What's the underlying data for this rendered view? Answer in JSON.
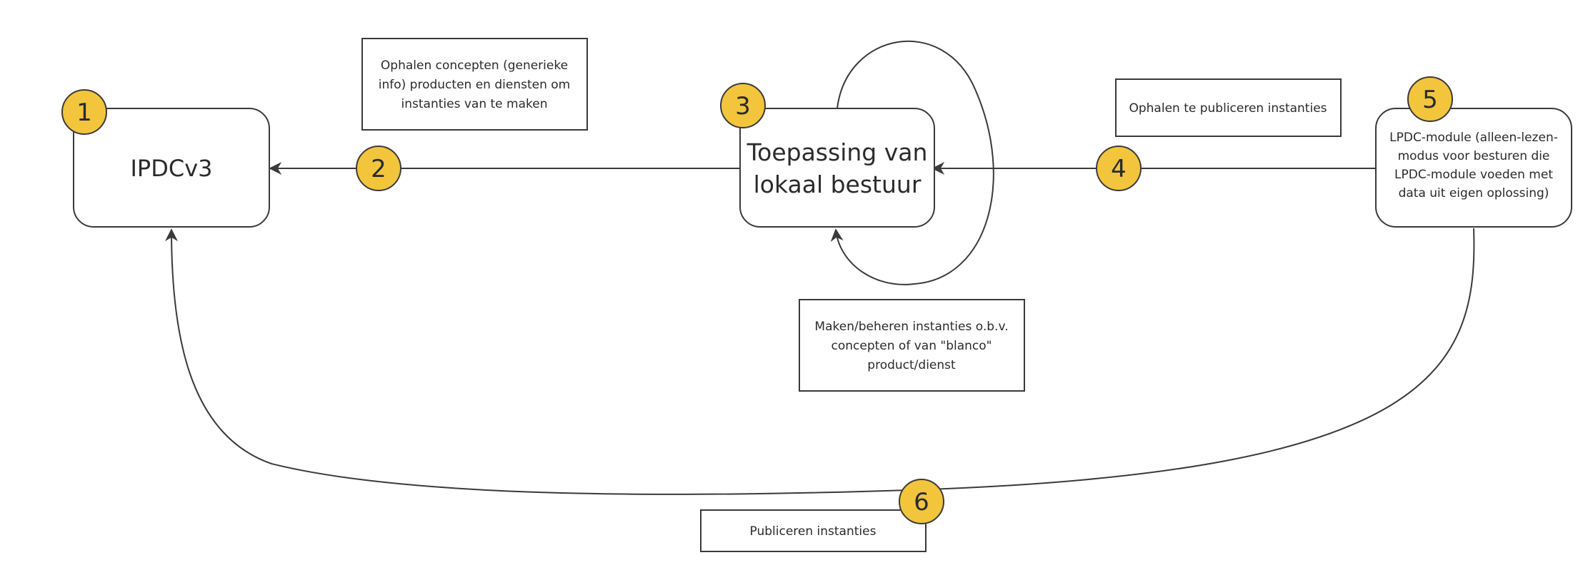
{
  "nodes": {
    "ipdc": {
      "label_lines": [
        "IPDCv3"
      ]
    },
    "toepassing": {
      "label_lines": [
        "Toepassing van",
        "lokaal bestuur"
      ]
    },
    "lpdc": {
      "label_lines": [
        "LPDC-module (alleen-lezen-",
        "modus voor besturen die",
        "LPDC-module voeden met",
        "data uit eigen oplossing)"
      ]
    }
  },
  "notes": {
    "ophalen_concepten": {
      "lines": [
        "Ophalen concepten (generieke",
        "info) producten en diensten om",
        "instanties van te maken"
      ]
    },
    "ophalen_publiceren": {
      "lines": [
        "Ophalen te publiceren instanties"
      ]
    },
    "maken_beheren": {
      "lines": [
        "Maken/beheren instanties o.b.v.",
        "concepten of van \"blanco\"",
        "product/dienst"
      ]
    },
    "publiceren": {
      "lines": [
        "Publiceren instanties"
      ]
    }
  },
  "badges": [
    "1",
    "2",
    "3",
    "4",
    "5",
    "6"
  ],
  "colors": {
    "badge_fill": "#f2c53d",
    "badge_stroke": "#3a3a3a",
    "line": "#3a3a3a",
    "box_stroke": "#3a3a3a",
    "background": "#ffffff"
  }
}
